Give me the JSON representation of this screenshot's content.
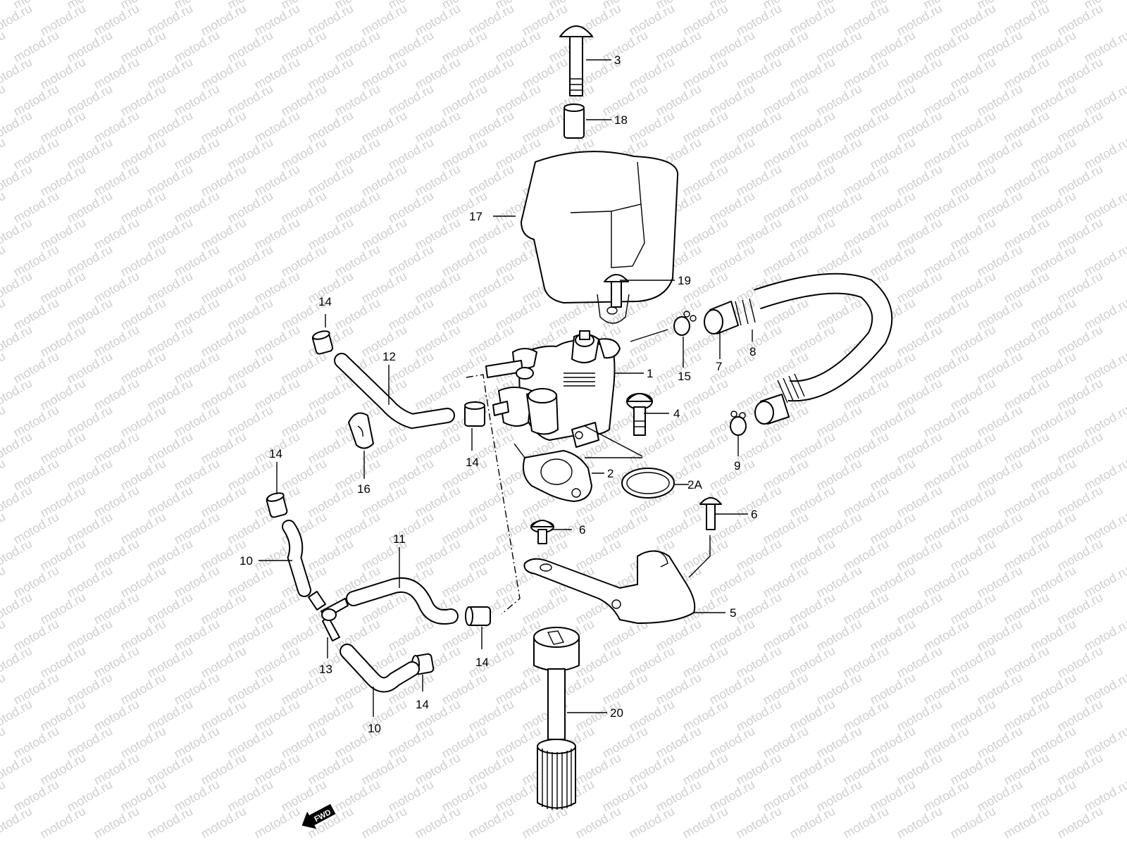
{
  "watermark": "motod.ru",
  "fwd_label": "FWD",
  "callouts": {
    "c1": "1",
    "c2": "2",
    "c2a": "2A",
    "c3": "3",
    "c4": "4",
    "c5": "5",
    "c6a": "6",
    "c6b": "6",
    "c7": "7",
    "c8": "8",
    "c9": "9",
    "c10a": "10",
    "c10b": "10",
    "c11": "11",
    "c12": "12",
    "c13": "13",
    "c14a": "14",
    "c14b": "14",
    "c14c": "14",
    "c14d": "14",
    "c14e": "14",
    "c15": "15",
    "c16": "16",
    "c17": "17",
    "c18": "18",
    "c19": "19",
    "c20": "20"
  }
}
